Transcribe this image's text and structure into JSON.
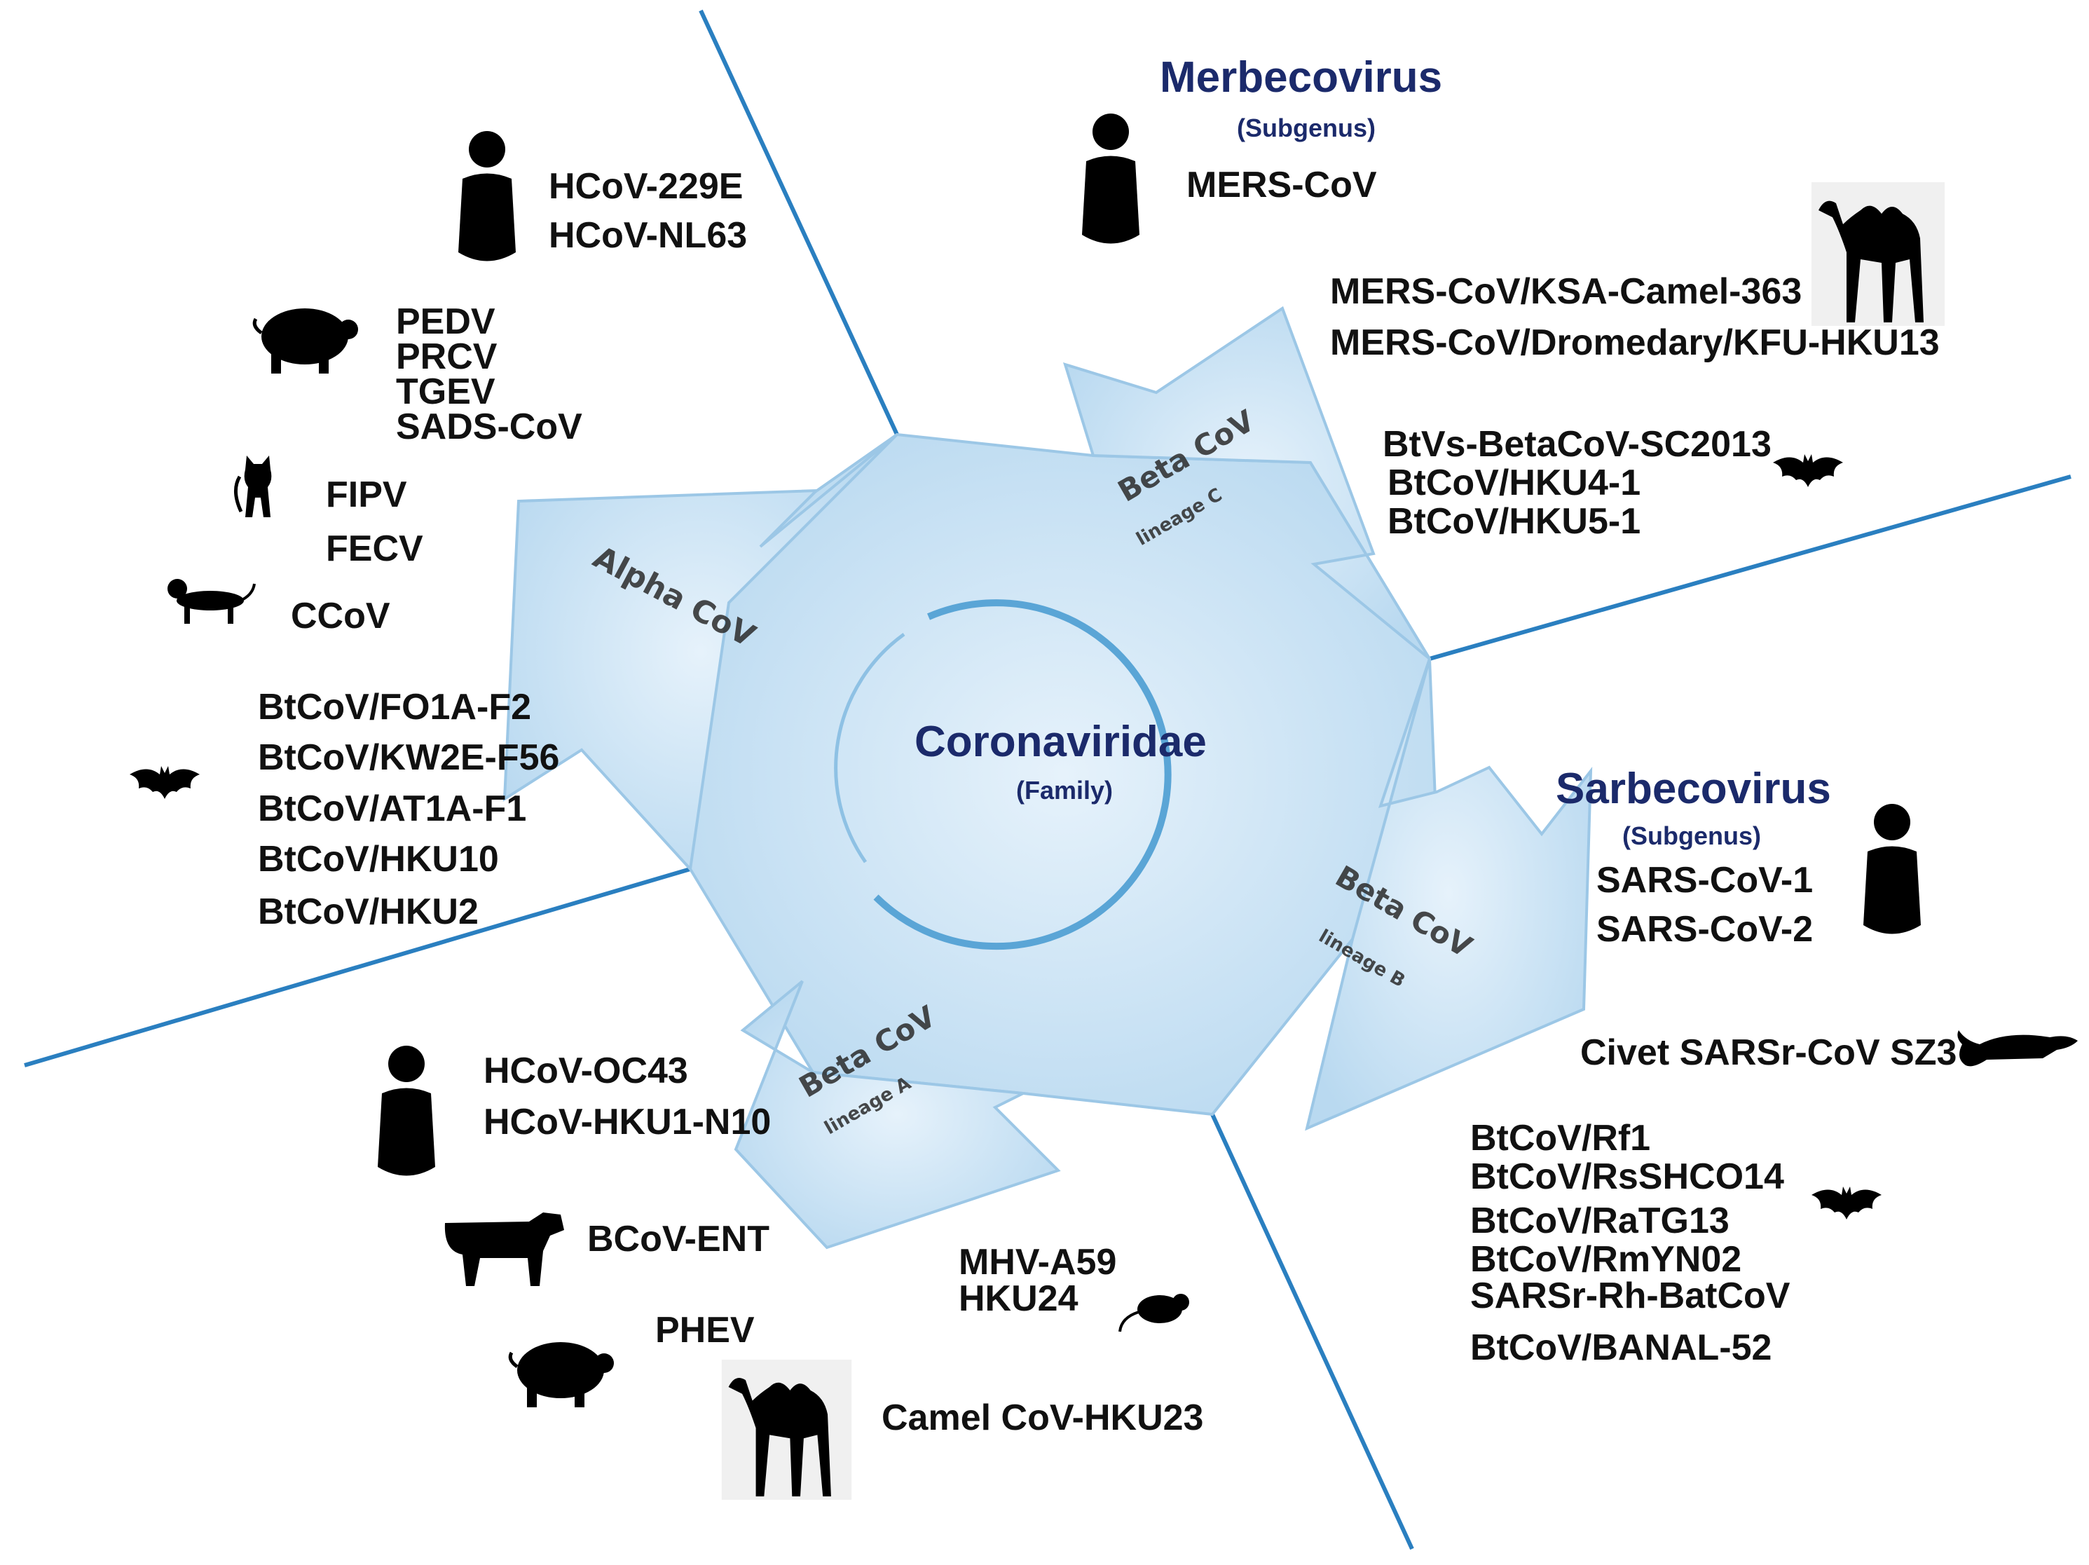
{
  "center": {
    "title": "Coronaviridae",
    "subtitle": "(Family)"
  },
  "merbecovirus": {
    "title": "Merbecovirus",
    "subtitle": "(Subgenus)"
  },
  "sarbecovirus": {
    "title": "Sarbecovirus",
    "subtitle": "(Subgenus)"
  },
  "arms": {
    "alpha": "Alpha CoV",
    "beta_c": "Beta CoV",
    "beta_c_lineage": "lineage C",
    "beta_b": "Beta CoV",
    "beta_b_lineage": "lineage B",
    "beta_a": "Beta CoV",
    "beta_a_lineage": "lineage A"
  },
  "alpha_group": {
    "human": [
      "HCoV-229E",
      "HCoV-NL63"
    ],
    "pig": [
      "PEDV",
      "PRCV",
      "TGEV",
      "SADS-CoV"
    ],
    "cat": [
      "FIPV",
      "FECV"
    ],
    "dog": [
      "CCoV"
    ],
    "bat": [
      "BtCoV/FO1A-F2",
      "BtCoV/KW2E-F56",
      "BtCoV/AT1A-F1",
      "BtCoV/HKU10",
      "BtCoV/HKU2"
    ]
  },
  "merbeco_group": {
    "human": [
      "MERS-CoV"
    ],
    "camel": [
      "MERS-CoV/KSA-Camel-363",
      "MERS-CoV/Dromedary/KFU-HKU13"
    ],
    "bat": [
      "BtVs-BetaCoV-SC2013",
      "BtCoV/HKU4-1",
      "BtCoV/HKU5-1"
    ]
  },
  "sarbeco_group": {
    "human": [
      "SARS-CoV-1",
      "SARS-CoV-2"
    ],
    "civet": [
      "Civet SARSr-CoV SZ3"
    ],
    "bat": [
      "BtCoV/Rf1",
      "BtCoV/RsSHCO14",
      "BtCoV/RaTG13",
      "BtCoV/RmYN02",
      "SARSr-Rh-BatCoV",
      "BtCoV/BANAL-52"
    ]
  },
  "embeco_group": {
    "human": [
      "HCoV-OC43",
      "HCoV-HKU1-N10"
    ],
    "cow": [
      "BCoV-ENT"
    ],
    "pig": [
      "PHEV"
    ],
    "mouse": [
      "MHV-A59",
      "HKU24"
    ],
    "camel": [
      "Camel CoV-HKU23"
    ]
  },
  "icons": [
    "human-icon",
    "pig-icon",
    "cat-icon",
    "dog-icon",
    "bat-icon",
    "camel-icon",
    "civet-icon",
    "cow-icon",
    "mouse-icon"
  ],
  "colors": {
    "divider": "#2a7fc0",
    "arrow_fill": "#c9e3f5",
    "arrow_stroke": "#9cc7e6",
    "ring": "#5aa5d6",
    "title": "#1b2a6b"
  }
}
